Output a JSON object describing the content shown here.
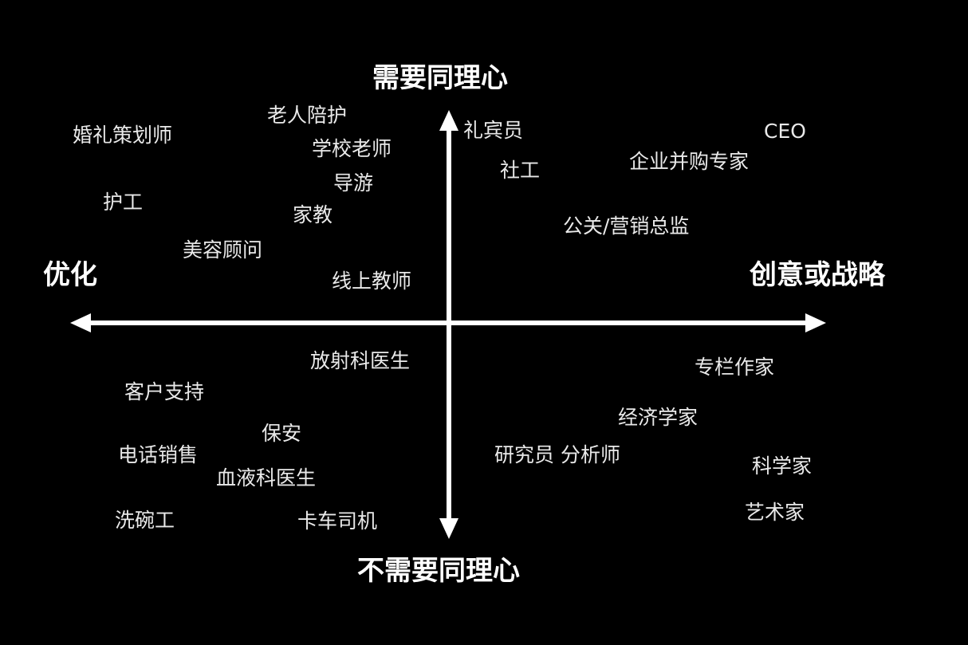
{
  "axes": {
    "top": "需要同理心",
    "bottom": "不需要同理心",
    "left": "优化",
    "right": "创意或战略"
  },
  "jobs": {
    "wedding_planner": "婚礼策划师",
    "elder_care": "老人陪护",
    "school_teacher": "学校老师",
    "tour_guide": "导游",
    "caregiver": "护工",
    "tutor": "家教",
    "beauty_consultant": "美容顾问",
    "online_teacher": "线上教师",
    "receptionist": "礼宾员",
    "social_worker": "社工",
    "ceo": "CEO",
    "ma_expert": "企业并购专家",
    "pr_marketing": "公关/营销总监",
    "radiologist": "放射科医生",
    "customer_support": "客户支持",
    "security_guard": "保安",
    "telesales": "电话销售",
    "hematologist": "血液科医生",
    "dishwasher": "洗碗工",
    "truck_driver": "卡车司机",
    "columnist": "专栏作家",
    "economist": "经济学家",
    "researcher_analyst": "研究员 分析师",
    "scientist": "科学家",
    "artist": "艺术家"
  }
}
